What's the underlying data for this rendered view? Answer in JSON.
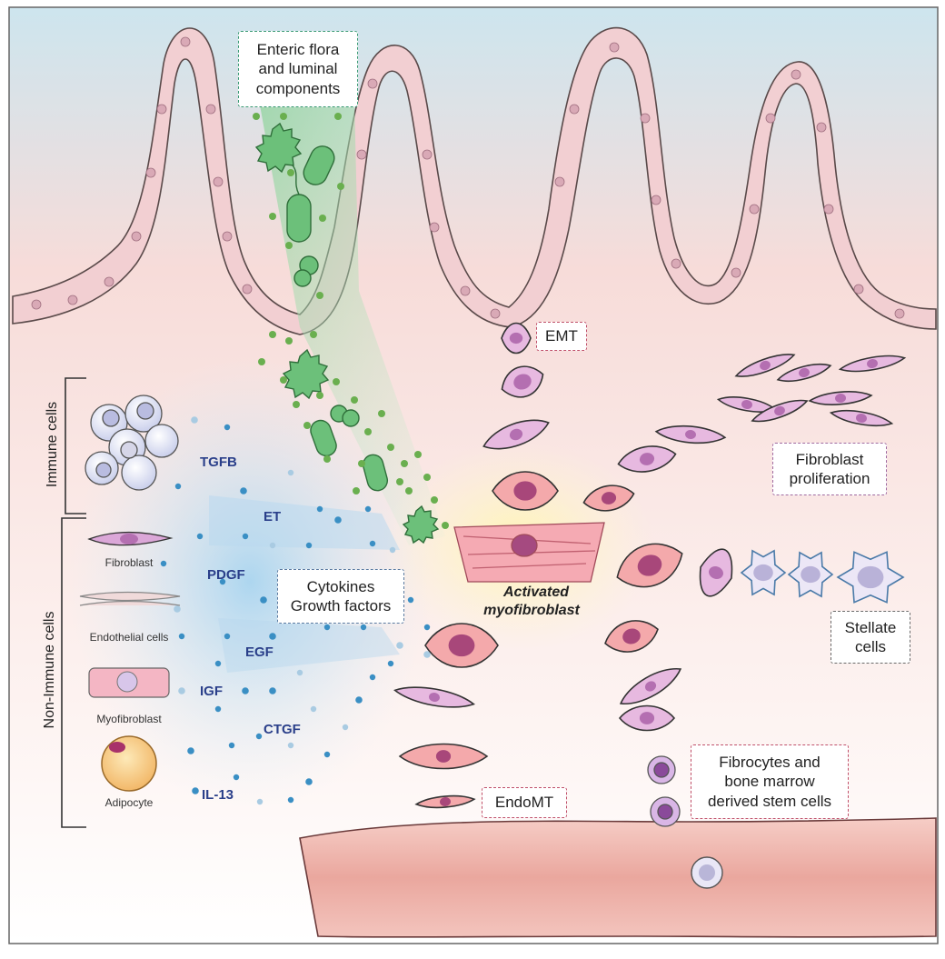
{
  "boxes": {
    "enteric": "Enteric flora\nand luminal\ncomponents",
    "emt": "EMT",
    "fibroblast_prolif": "Fibroblast\nproliferation",
    "cytokines": "Cytokines\nGrowth factors",
    "stellate": "Stellate\ncells",
    "fibrocytes": "Fibrocytes and\nbone marrow\nderived stem cells",
    "endomt": "EndoMT"
  },
  "activated_label": [
    "Activated",
    "myofibroblast"
  ],
  "cytokine_labels": [
    "TGFB",
    "ET",
    "PDGF",
    "EGF",
    "IGF",
    "CTGF",
    "IL-13"
  ],
  "side_groups": {
    "immune": "Immune cells",
    "non_immune": "Non-Immune cells"
  },
  "legend": [
    "Fibroblast",
    "Endothelial cells",
    "Myofibroblast",
    "Adipocyte"
  ],
  "colors": {
    "lumen": "#cfe6ef",
    "tissue": "#fbe3e0",
    "epithelium": "#f0cfd2",
    "vessel": "#efb5ad",
    "bacteria": "#5bb46a",
    "cytokine_dot": "#3a8fc4",
    "cyto_text": "#2a3f8a",
    "myofibroblast": "#f4a9ab",
    "fibroblast": "#d9a6d6"
  }
}
